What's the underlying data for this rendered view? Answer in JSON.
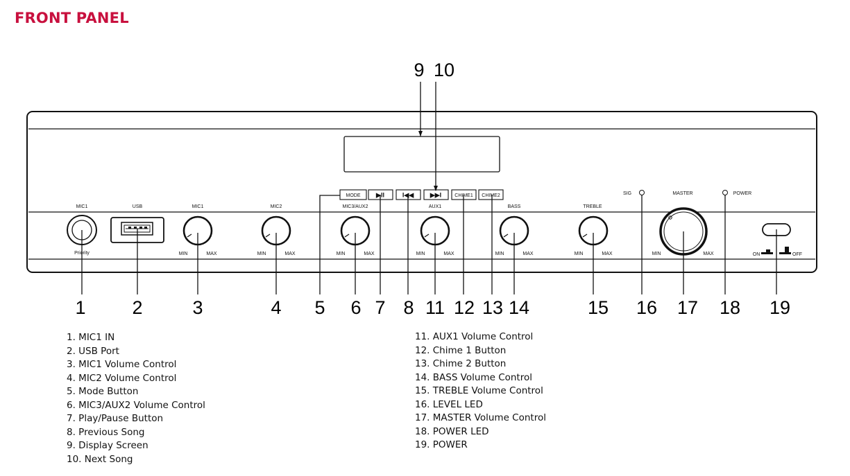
{
  "header": {
    "title": "FRONT PANEL"
  },
  "panel": {
    "labels": {
      "mic1_jack": "MIC1",
      "usb": "USB",
      "mic1_knob": "MIC1",
      "mic2_knob": "MIC2",
      "mic3aux2_knob": "MIC3/AUX2",
      "aux1_knob": "AUX1",
      "bass_knob": "BASS",
      "treble_knob": "TREBLE",
      "sig": "SIG",
      "master": "MASTER",
      "power_led": "POWER",
      "priority": "Priority",
      "min": "MIN",
      "max": "MAX",
      "on": "ON",
      "off": "OFF"
    },
    "buttons": {
      "mode": "MODE",
      "play_pause": "▶II",
      "prev": "I◀◀",
      "next": "▶▶I",
      "chime1": "CHIME1",
      "chime2": "CHIME2"
    }
  },
  "callouts": [
    "1",
    "2",
    "3",
    "4",
    "5",
    "6",
    "7",
    "8",
    "11",
    "12",
    "13",
    "14",
    "15",
    "16",
    "17",
    "18",
    "19"
  ],
  "top_callouts": [
    "9",
    "10"
  ],
  "legend": {
    "left": [
      "1. MIC1 IN",
      "2. USB Port",
      "3. MIC1 Volume Control",
      "4. MIC2 Volume Control",
      "5. Mode Button",
      "6. MIC3/AUX2 Volume Control",
      "7. Play/Pause Button",
      "8. Previous Song",
      "9. Display Screen",
      "10. Next Song"
    ],
    "right": [
      "11. AUX1 Volume Control",
      "12. Chime 1 Button",
      "13. Chime 2 Button",
      "14. BASS Volume Control",
      "15. TREBLE Volume Control",
      "16. LEVEL LED",
      "17. MASTER Volume Control",
      "18. POWER LED",
      "19. POWER"
    ]
  }
}
